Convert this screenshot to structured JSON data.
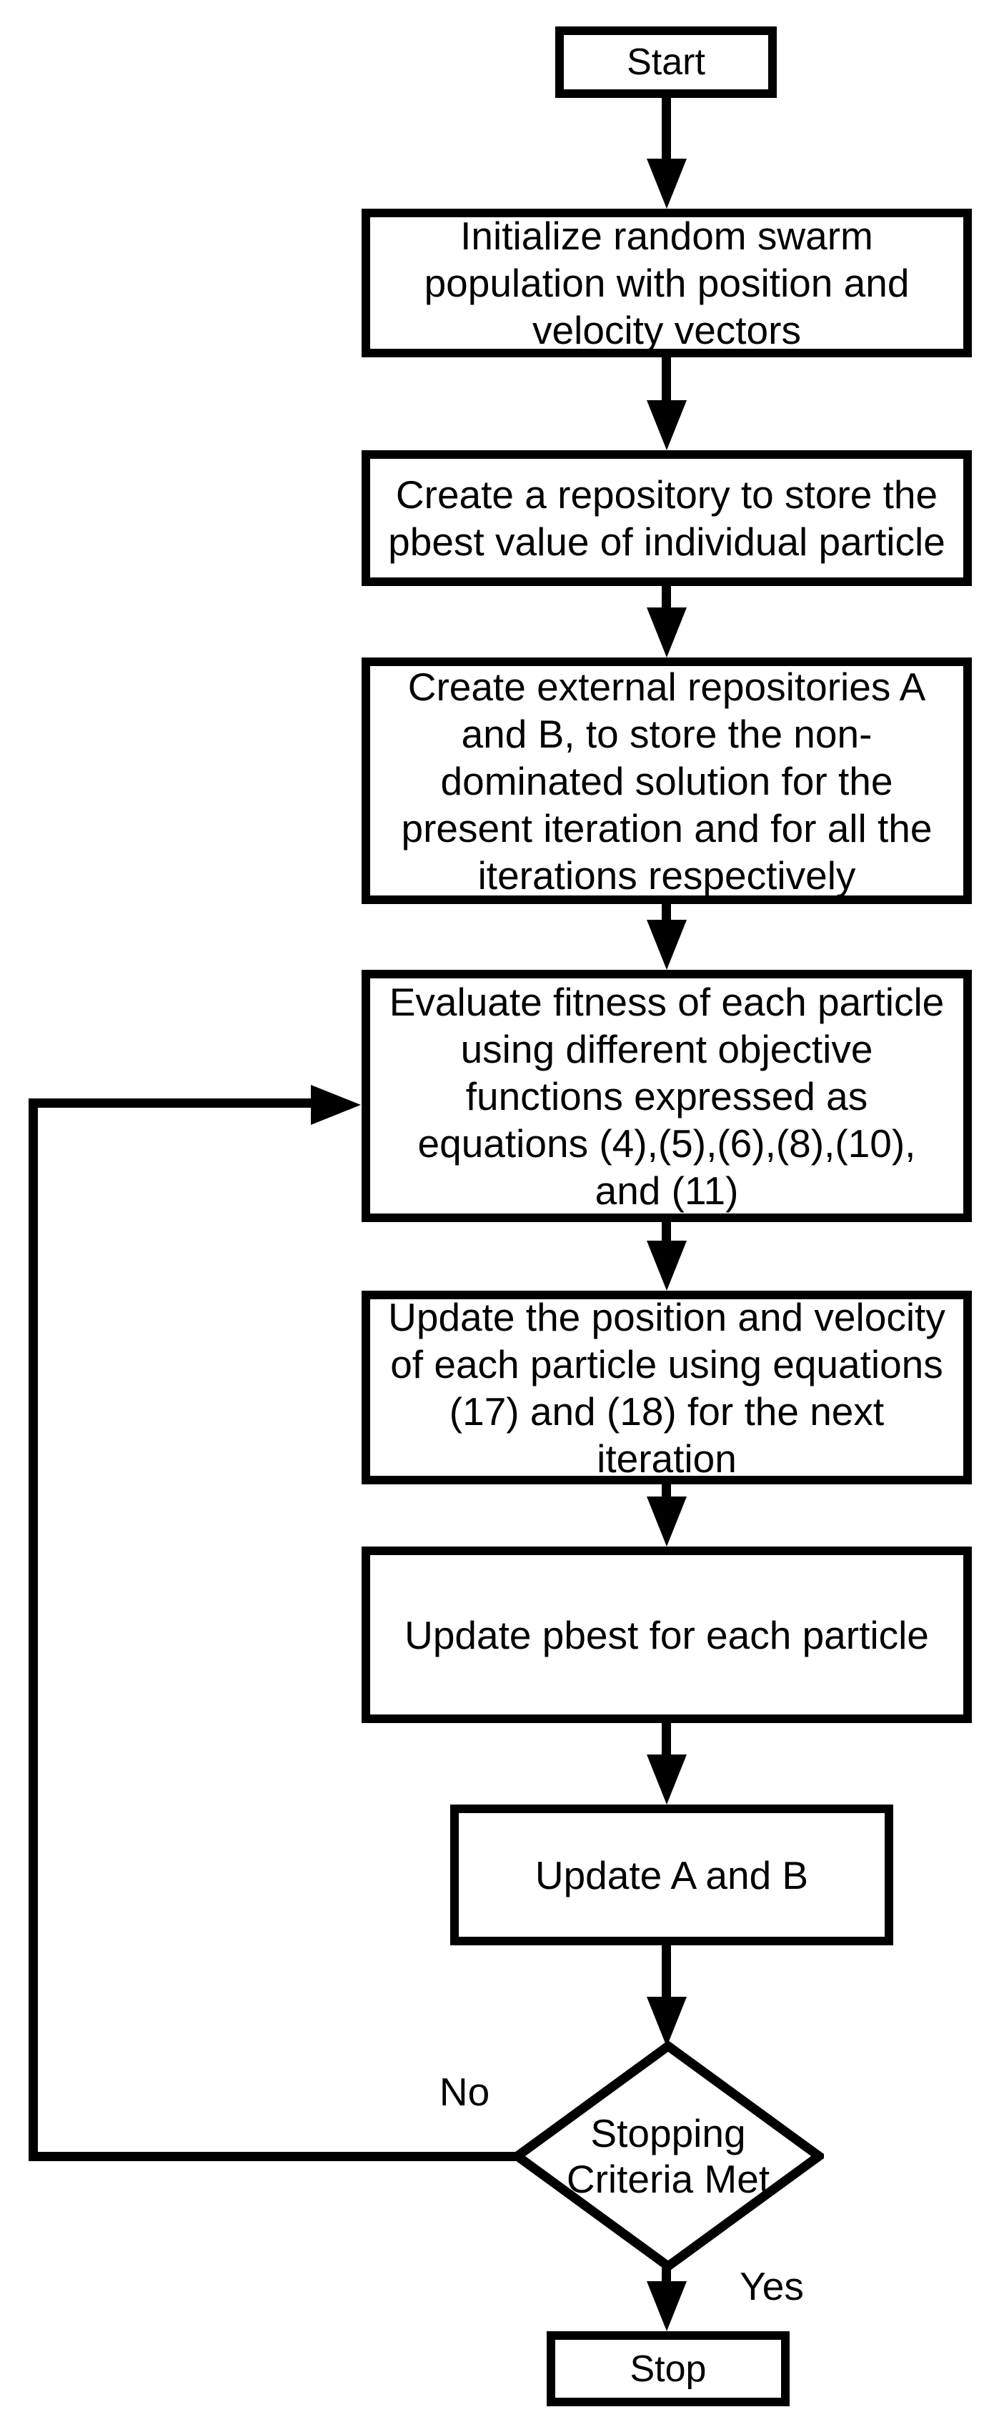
{
  "flowchart": {
    "colors": {
      "stroke": "#000000",
      "fill": "#ffffff",
      "text": "#000000"
    },
    "nodes": {
      "start": {
        "type": "process",
        "label": "Start"
      },
      "initialize_swarm": {
        "type": "process",
        "lines": [
          "Initialize random swarm",
          "population with position and",
          "velocity vectors"
        ]
      },
      "pbest_repository": {
        "type": "process",
        "lines": [
          "Create a repository to store the",
          "pbest value of individual particle"
        ]
      },
      "external_repositories": {
        "type": "process",
        "lines": [
          "Create external repositories A",
          "and B, to store the non-",
          "dominated solution for the",
          "present iteration and for all the",
          "iterations respectively"
        ]
      },
      "evaluate_fitness": {
        "type": "process",
        "lines": [
          "Evaluate fitness of each particle",
          "using different objective",
          "functions expressed as",
          "equations (4),(5),(6),(8),(10),",
          "and (11)"
        ]
      },
      "update_position_velocity": {
        "type": "process",
        "lines": [
          "Update the position and velocity",
          "of each particle using equations",
          "(17) and (18) for the next",
          "iteration"
        ]
      },
      "update_pbest": {
        "type": "process",
        "lines": [
          "Update pbest for each particle"
        ]
      },
      "update_a_b": {
        "type": "process",
        "lines": [
          "Update A and B"
        ]
      },
      "stopping_criteria": {
        "type": "decision",
        "lines": [
          "Stopping",
          "Criteria Met"
        ]
      },
      "stop": {
        "type": "process",
        "label": "Stop"
      }
    },
    "edge_labels": {
      "no": "No",
      "yes": "Yes"
    }
  }
}
